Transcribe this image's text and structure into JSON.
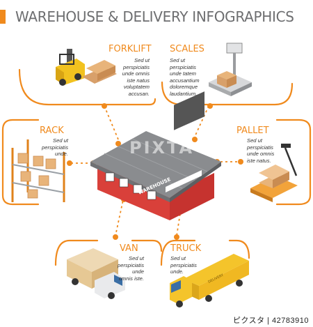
{
  "title": "WAREHOUSE & DELIVERY INFOGRAPHICS",
  "sections": {
    "forklift": {
      "label": "FORKLIFT",
      "text": "Sed ut\nperspiciatis\nunde omnis\niste natus\nvoluptatem\naccusan."
    },
    "scales": {
      "label": "SCALES",
      "text": "Sed ut\nperspiciatis\nunde tatem\naccusantium\ndoloremque\nlaudantium."
    },
    "rack": {
      "label": "RACK",
      "text": "Sed ut\nperspiciatis\nunde."
    },
    "pallet": {
      "label": "PALLET",
      "text": "Sed ut\nperspiciatis\nunde omnis\niste natus."
    },
    "van": {
      "label": "VAN",
      "text": "Sed ut\nperspiciatis\nunde\nomnis iste."
    },
    "truck": {
      "label": "TRUCK",
      "text": "Sed ut\nperspiciatis\nunde."
    }
  },
  "warehouse_sign": "WAREHOUSE",
  "truck_brand": "DELIVERY",
  "watermark": "PIXTA",
  "stock_id": "ピクスタ | 42783910",
  "colors": {
    "accent": "#f08a1d",
    "title": "#6d6e70",
    "roof": "#8a8c8f",
    "wall": "#d9403a"
  }
}
